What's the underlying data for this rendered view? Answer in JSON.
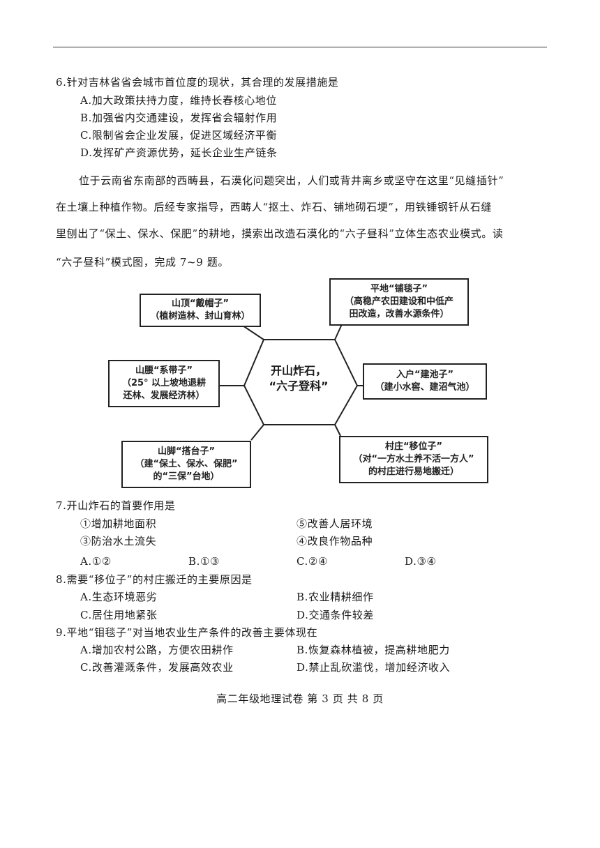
{
  "q6": {
    "stem": "6.针对吉林省省会城市首位度的现状，其合理的发展措施是",
    "options": [
      "A.加大政策扶持力度，维持长春核心地位",
      "B.加强省内交通建设，发挥省会辐射作用",
      "C.限制省会企业发展，促进区域经济平衡",
      "D.发挥矿产资源优势，延长企业生产链条"
    ]
  },
  "passage": {
    "lines": [
      "位于云南省东南部的西畴县，石漠化问题突出，人们或背井离乡或坚守在这里“见缝插针”",
      "在土壤上种植作物。后经专家指导，西畴人“抠土、炸石、铺地砌石埂”，用铁锤钢钎从石缝",
      "里刨出了“保土、保水、保肥”的耕地，摸索出改造石漠化的“六子昼科”立体生态农业模式。读",
      "“六子昼科”模式图，完成 7~9 题。"
    ]
  },
  "diagram": {
    "center": [
      "开山炸石，",
      "“六子登科”"
    ],
    "boxes": {
      "top_left": [
        "山顶“戴帽子”",
        "（植树造林、封山育林）"
      ],
      "mid_left": [
        "山腰“系带子”",
        "（25° 以上坡地退耕",
        "还林、发展经济林）"
      ],
      "bottom_left": [
        "山脚“搭台子”",
        "（建“保土、保水、保肥”",
        "的“三保”台地）"
      ],
      "top_right": [
        "平地“铺毯子”",
        "（高稳产农田建设和中低产",
        "田改造，改善水源条件）"
      ],
      "mid_right": [
        "入户“建池子”",
        "（建小水窖、建沼气池）"
      ],
      "bottom_right": [
        "村庄“移位子”",
        "（对“一方水土养不活一方人”",
        "的村庄进行易地搬迁）"
      ]
    }
  },
  "q7": {
    "stem": "7.开山炸石的首要作用是",
    "items": [
      "①增加耕地面积",
      "⑤改善人居环境",
      "③防治水土流失",
      "④改良作物品种"
    ],
    "options": [
      "A.①②",
      "B.①③",
      "C.②④",
      "D.③④"
    ]
  },
  "q8": {
    "stem": "8.需要“移位子”的村庄搬迁的主要原因是",
    "options": [
      "A.生态环境恶劣",
      "B.农业精耕细作",
      "C.居住用地紧张",
      "D.交通条件较差"
    ]
  },
  "q9": {
    "stem": "9.平地“钼毯子”对当地农业生产条件的改善主要体现在",
    "options": [
      "A.增加农村公路，方便农田耕作",
      "B.恢复森林植被，提高耕地肥力",
      "C.改善灌溉条件，发展高效农业",
      "D.禁止乱砍滥伐，增加经济收入"
    ]
  },
  "footer": "高二年级地理试卷 第 3 页 共 8 页"
}
